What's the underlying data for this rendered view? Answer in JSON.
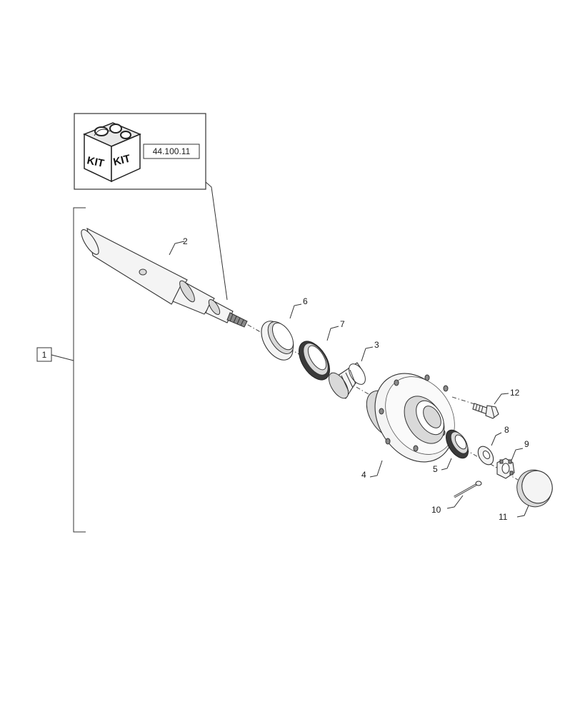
{
  "kit_box": {
    "kit_label_left": "KIT",
    "kit_label_right": "KIT",
    "reference": "44.100.11"
  },
  "assembly": {
    "callout": "1"
  },
  "parts": [
    {
      "id": "2"
    },
    {
      "id": "6"
    },
    {
      "id": "7"
    },
    {
      "id": "3"
    },
    {
      "id": "12"
    },
    {
      "id": "8"
    },
    {
      "id": "9"
    },
    {
      "id": "4"
    },
    {
      "id": "5"
    },
    {
      "id": "10"
    },
    {
      "id": "11"
    }
  ]
}
